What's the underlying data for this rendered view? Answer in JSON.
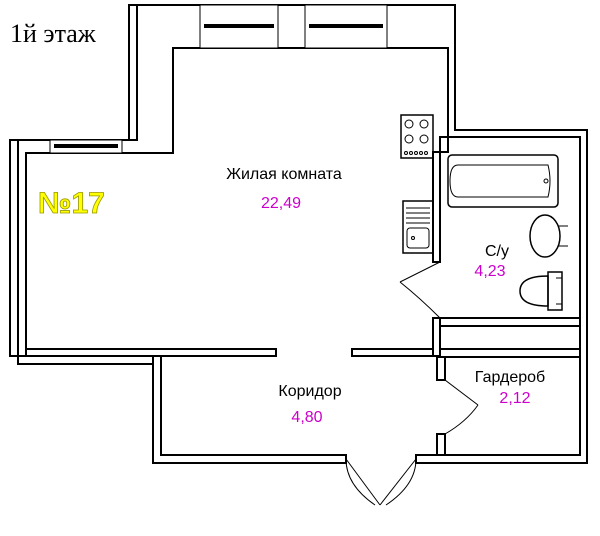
{
  "floor_title": "1й этаж",
  "apartment_number": "№17",
  "colors": {
    "area": "#cc00cc",
    "apartment_number": "#ffff00",
    "apartment_number_outline": "#999900"
  },
  "rooms": [
    {
      "name": "Жилая комната",
      "area": "22,49"
    },
    {
      "name": "С/у",
      "area": "4,23"
    },
    {
      "name": "Коридор",
      "area": "4,80"
    },
    {
      "name": "Гардероб",
      "area": "2,12"
    }
  ],
  "fixtures": [
    "stove-icon",
    "sink-icon",
    "bathtub-icon",
    "washbasin-icon",
    "toilet-icon"
  ]
}
